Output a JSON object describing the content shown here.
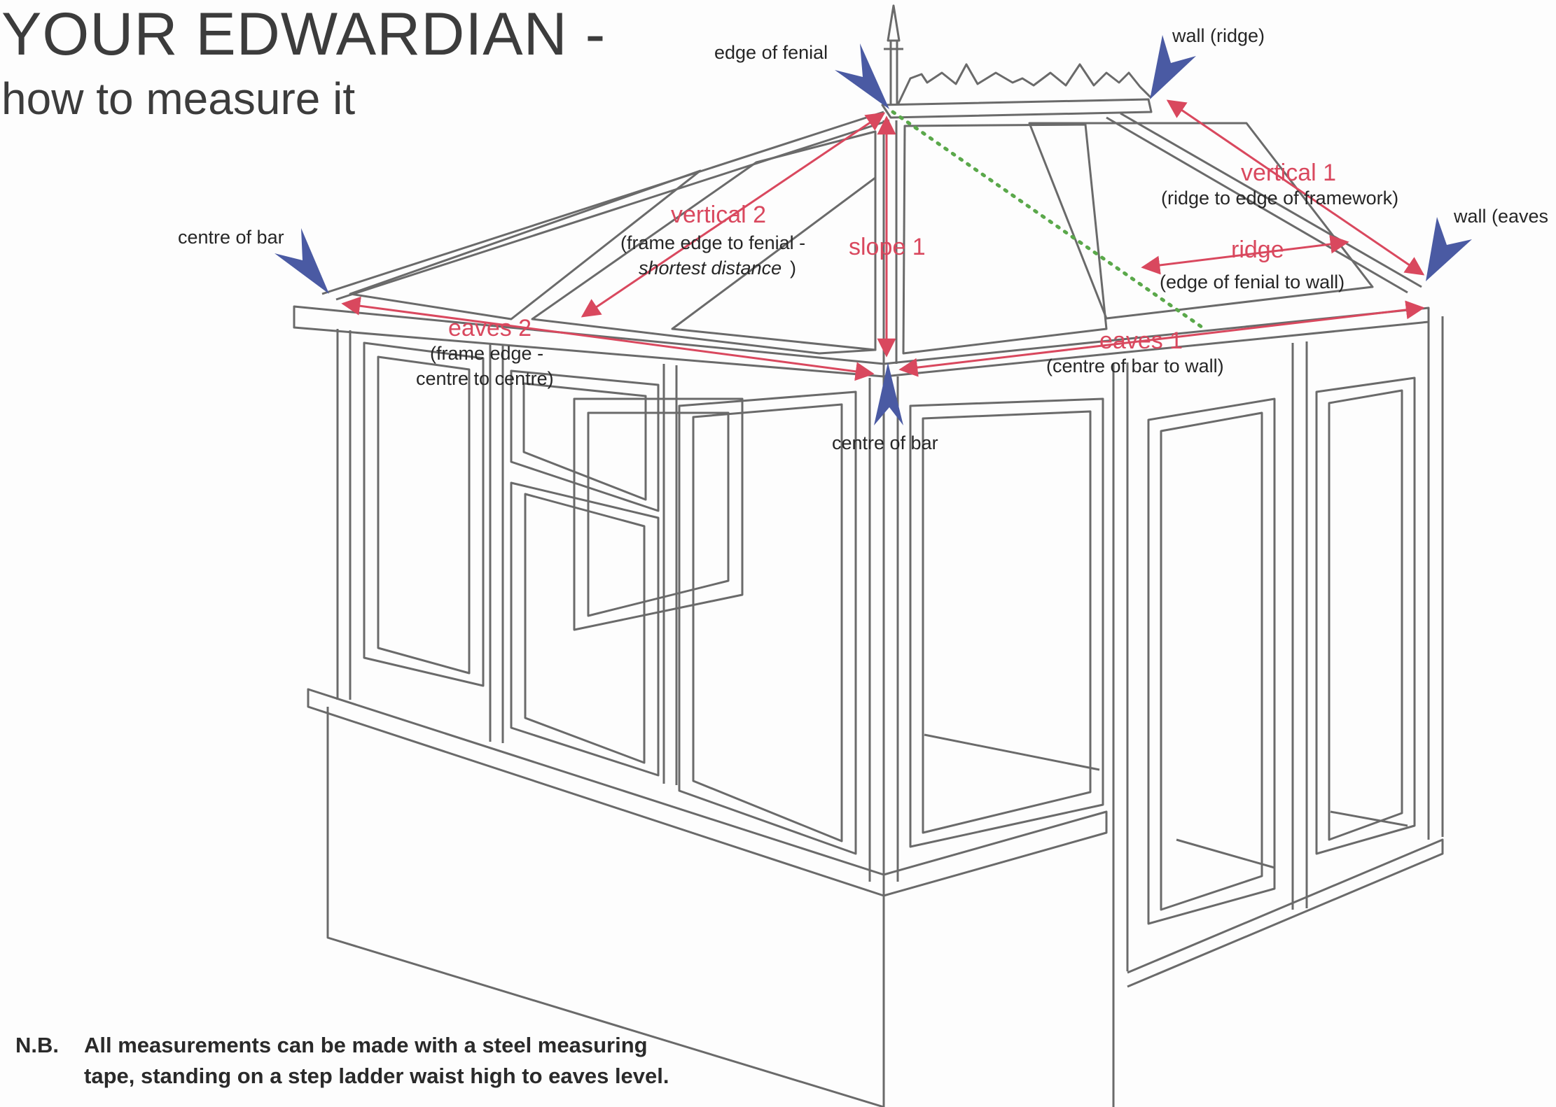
{
  "title": {
    "main": "YOUR EDWARDIAN -",
    "sub": "how to measure it"
  },
  "markers": {
    "edge_of_fenial": "edge of fenial",
    "wall_ridge": "wall (ridge)",
    "wall_eaves": "wall (eaves",
    "centre_of_bar_left": "centre of bar",
    "centre_of_bar_front": "centre of bar"
  },
  "measurements": {
    "vertical_1": {
      "label": "vertical 1",
      "note": "(ridge to edge of framework)"
    },
    "vertical_2": {
      "label": "vertical 2",
      "note_line1": "(frame edge to fenial -",
      "note_line2": "shortest distance",
      "note_line2_close": ")"
    },
    "slope_1": {
      "label": "slope 1"
    },
    "ridge": {
      "label": "ridge",
      "note": "(edge of fenial to wall)"
    },
    "eaves_1": {
      "label": "eaves 1",
      "note": "(centre of bar to wall)"
    },
    "eaves_2": {
      "label": "eaves 2",
      "note_line1": "(frame edge -",
      "note_line2": "centre to centre)"
    }
  },
  "footnote": {
    "tag": "N.B.",
    "line1": "All measurements can be made with a steel measuring",
    "line2": "tape, standing on a step ladder waist high to eaves level."
  },
  "colors": {
    "measure_line": "#d9485e",
    "marker": "#4a5aa3",
    "dotted": "#5aa84a",
    "structure": "#6a6a6a"
  }
}
